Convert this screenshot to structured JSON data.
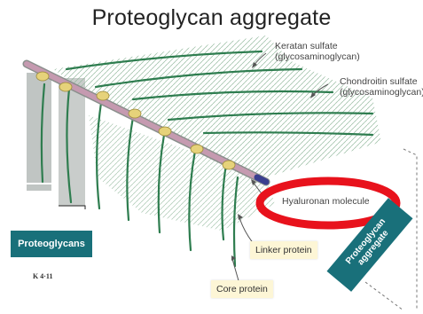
{
  "title": "Proteoglycan aggregate",
  "labels": {
    "keratan_line1": "Keratan sulfate",
    "keratan_line2": "(glycosaminoglycan)",
    "chondroitin_line1": "Chondroitin sulfate",
    "chondroitin_line2": "(glycosaminoglycan)",
    "hyaluronan": "Hyaluronan molecule",
    "linker": "Linker protein",
    "core": "Core protein",
    "proteoglycans": "Proteoglycans",
    "aggregate_line1": "Proteoglycan",
    "aggregate_line2": "aggregate",
    "fig_code": "K 4·11"
  },
  "colors": {
    "teal": "#19707a",
    "strand_green": "#2e7d4f",
    "hyaluronan_pink": "#c59ab0",
    "linker_yellow": "#e6d27a",
    "highlight_red": "#e8121c",
    "label_fill": "#fdf6d6"
  },
  "icons": {
    "highlight": "red-ellipse-highlight",
    "arrows": "callout-arrow"
  }
}
